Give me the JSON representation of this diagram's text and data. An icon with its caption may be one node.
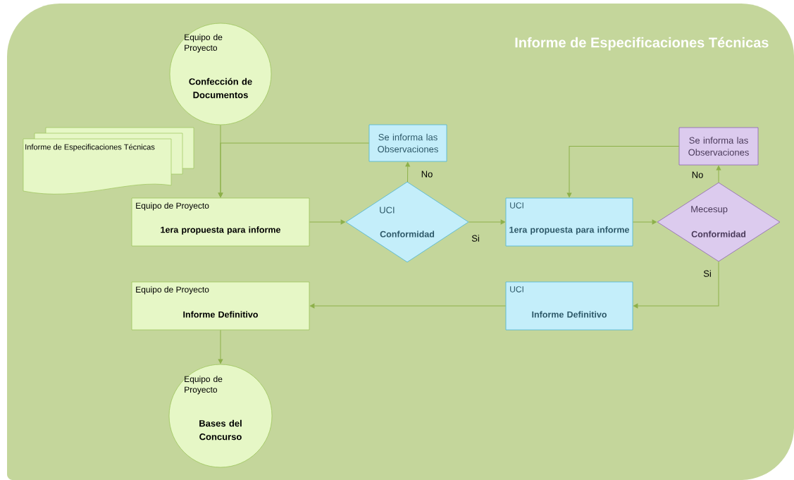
{
  "diagram": {
    "title": "Informe de Especificaciones Técnicas",
    "nodes": [
      {
        "text": [
          "Equipo de Proyecto",
          "Confección de Documentos"
        ]
      },
      {
        "text": [
          "Informe de Especificaciones Técnicas"
        ]
      },
      {
        "text": [
          "Equipo de Proyecto",
          "1era propuesta para informe"
        ]
      },
      {
        "text": [
          "UCI",
          "Conformidad"
        ]
      },
      {
        "text": [
          "Se informa las Observaciones"
        ]
      },
      {
        "text": [
          "UCI",
          "1era propuesta para informe"
        ]
      },
      {
        "text": [
          "Mecesup",
          "Conformidad"
        ]
      },
      {
        "text": [
          "Se informa las Observaciones"
        ]
      },
      {
        "text": [
          "UCI",
          "Informe Definitivo"
        ]
      },
      {
        "text": [
          "Equipo de Proyecto",
          "Informe Definitivo"
        ]
      },
      {
        "text": [
          "Equipo de Proyecto",
          "Bases del Concurso"
        ]
      }
    ],
    "edges": [
      {
        "from": 0,
        "to": 2,
        "arrow": "to"
      },
      {
        "from": 4,
        "to": 2,
        "arrow": "to"
      },
      {
        "from": 2,
        "to": 3,
        "arrow": "to"
      },
      {
        "from": 3,
        "to": 4,
        "arrow": "to",
        "label": "No"
      },
      {
        "from": 3,
        "to": 5,
        "arrow": "to",
        "label": "Si"
      },
      {
        "from": 5,
        "to": 6,
        "arrow": "to"
      },
      {
        "from": 6,
        "to": 7,
        "arrow": "to",
        "label": "No"
      },
      {
        "from": 7,
        "to": 5,
        "arrow": "to"
      },
      {
        "from": 6,
        "to": 8,
        "arrow": "to",
        "label": "Si"
      },
      {
        "from": 8,
        "to": 9,
        "arrow": "to"
      },
      {
        "from": 9,
        "to": 10,
        "arrow": "to"
      }
    ]
  }
}
